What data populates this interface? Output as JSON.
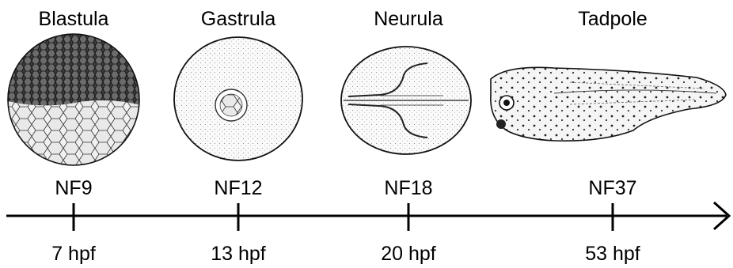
{
  "stages": [
    {
      "name": "Blastula",
      "nf": "NF9",
      "time": "7 hpf"
    },
    {
      "name": "Gastrula",
      "nf": "NF12",
      "time": "13 hpf"
    },
    {
      "name": "Neurula",
      "nf": "NF18",
      "time": "20 hpf"
    },
    {
      "name": "Tadpole",
      "nf": "NF37",
      "time": "53 hpf"
    }
  ]
}
